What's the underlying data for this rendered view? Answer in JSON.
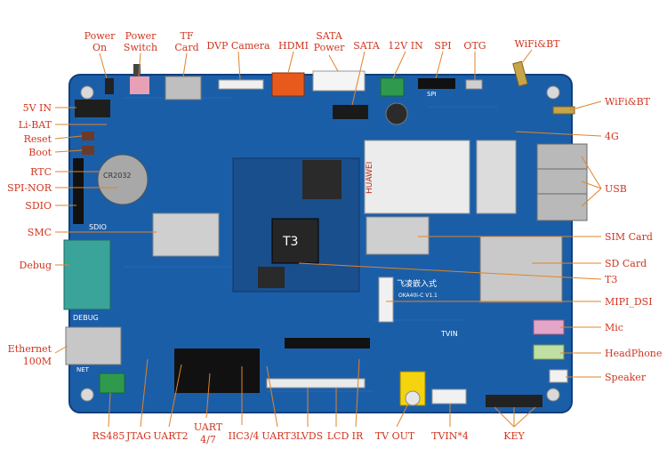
{
  "labels": {
    "top": {
      "power_on": [
        "Power",
        "On"
      ],
      "power_switch": [
        "Power",
        "Switch"
      ],
      "tf_card": [
        "TF",
        "Card"
      ],
      "dvp_camera": "DVP Camera",
      "hdmi": "HDMI",
      "sata_power": [
        "SATA",
        "Power"
      ],
      "sata": "SATA",
      "dc_12v_in": "12V IN",
      "spi": "SPI",
      "otg": "OTG",
      "wifi_bt_top": "WiFi&BT"
    },
    "left": {
      "dc_5v_in": "5V IN",
      "li_bat": "Li-BAT",
      "reset": "Reset",
      "boot": "Boot",
      "rtc": "RTC",
      "spi_nor": "SPI-NOR",
      "sdio": "SDIO",
      "smc": "SMC",
      "debug": "Debug",
      "ethernet": [
        "Ethernet",
        "100M"
      ]
    },
    "right": {
      "wifi_bt": "WiFi&BT",
      "g4": "4G",
      "usb": "USB",
      "sim_card": "SIM Card",
      "sd_card": "SD Card",
      "t3": "T3",
      "mipi_dsi": "MIPI_DSI",
      "mic": "Mic",
      "headphone": "HeadPhone",
      "speaker": "Speaker"
    },
    "bottom": {
      "rs485": "RS485",
      "jtag": "JTAG",
      "uart2": "UART2",
      "uart47": [
        "UART",
        "4/7"
      ],
      "iic34": "IIC3/4",
      "uart3": "UART3",
      "lvds": "LVDS",
      "lcd": "LCD",
      "ir": "IR",
      "tv_out": "TV OUT",
      "tvin4": "TVIN*4",
      "key": "KEY"
    }
  },
  "board_silkscreen": {
    "sdio": "SDIO",
    "debug": "DEBUG",
    "net": "NET",
    "tvin": "TVIN",
    "spi": "SPI",
    "chip": "T3",
    "rtc_coin": "CR2032",
    "modem_brand": "HUAWEI",
    "brand_cn": "飞凌嵌入式",
    "board_model": "OKA40i-C V1.1"
  },
  "colors": {
    "label_text": "#d0341e",
    "leader_line": "#e0842a",
    "pcb": "#1b5ea8",
    "pcb_dark": "#123f7a"
  }
}
